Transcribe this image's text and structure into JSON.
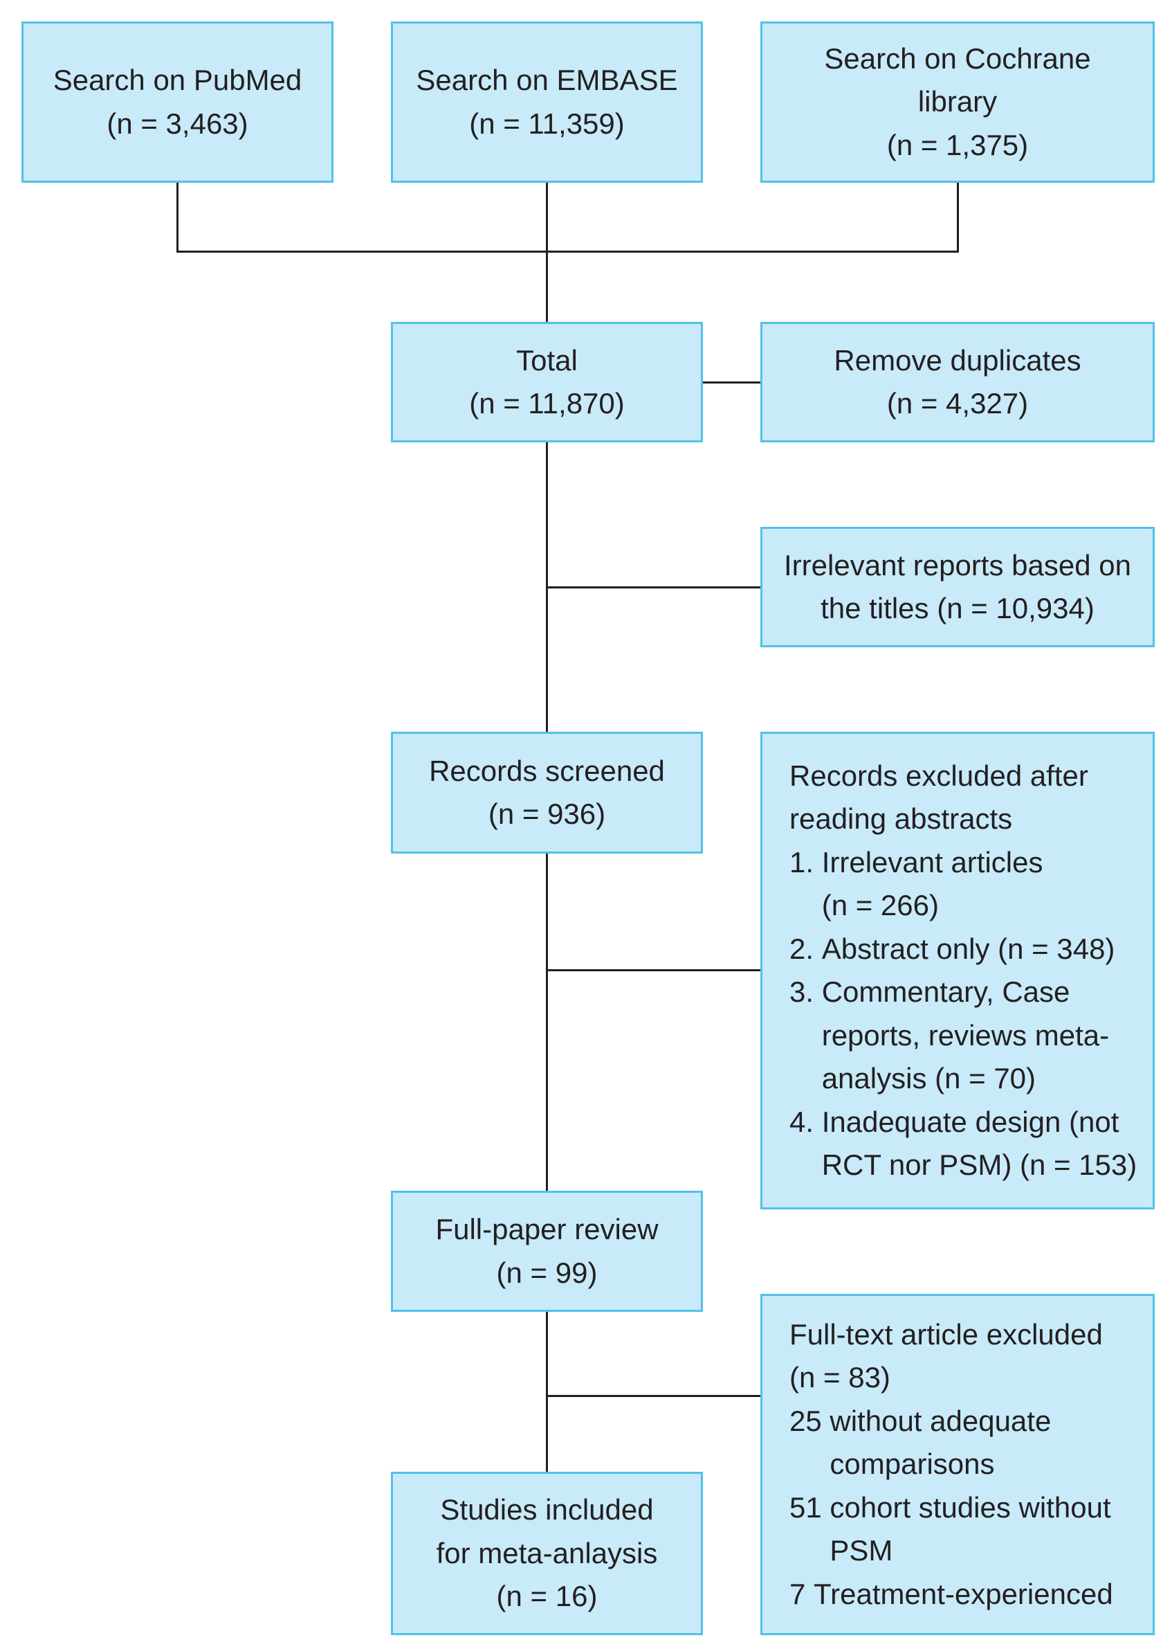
{
  "sources": [
    {
      "lines": [
        "Search on PubMed"
      ],
      "count": "(n = 3,463)"
    },
    {
      "lines": [
        "Search on EMBASE"
      ],
      "count": "(n = 11,359)"
    },
    {
      "lines": [
        "Search on Cochrane",
        "library"
      ],
      "count": "(n = 1,375)"
    }
  ],
  "total": {
    "label": "Total",
    "count": "(n = 11,870)"
  },
  "duplicates": {
    "label": "Remove duplicates",
    "count": "(n = 4,327)"
  },
  "irrelevant_titles": {
    "lines": [
      "Irrelevant reports based on",
      "the titles (n = 10,934)"
    ]
  },
  "records_screened": {
    "label": "Records screened",
    "count": "(n = 936)"
  },
  "abstract_exclusions": {
    "heading": [
      "Records excluded after",
      "reading abstracts"
    ],
    "items": [
      {
        "num": "1.",
        "lines": [
          "Irrelevant articles",
          "(n = 266)"
        ]
      },
      {
        "num": "2.",
        "lines": [
          "Abstract only (n = 348)"
        ]
      },
      {
        "num": "3.",
        "lines": [
          "Commentary, Case",
          "reports, reviews meta-",
          "analysis (n = 70)"
        ]
      },
      {
        "num": "4.",
        "lines": [
          "Inadequate design (not",
          "RCT nor PSM) (n = 153)"
        ]
      }
    ]
  },
  "full_paper": {
    "label": "Full-paper review",
    "count": "(n = 99)"
  },
  "fulltext_exclusions": {
    "heading": [
      "Full-text article excluded",
      "(n = 83)"
    ],
    "items": [
      {
        "num": "25",
        "lines": [
          "without adequate",
          "comparisons"
        ]
      },
      {
        "num": "51",
        "lines": [
          "cohort studies without",
          "PSM"
        ]
      },
      {
        "num": "7",
        "lines": [
          "Treatment-experienced"
        ]
      }
    ]
  },
  "included": {
    "lines": [
      "Studies included",
      "for meta-anlaysis"
    ],
    "count": "(n = 16)"
  },
  "colors": {
    "box_fill": "#c8eaf9",
    "box_border": "#52c1e8",
    "line": "#231f20",
    "text": "#231f20"
  }
}
